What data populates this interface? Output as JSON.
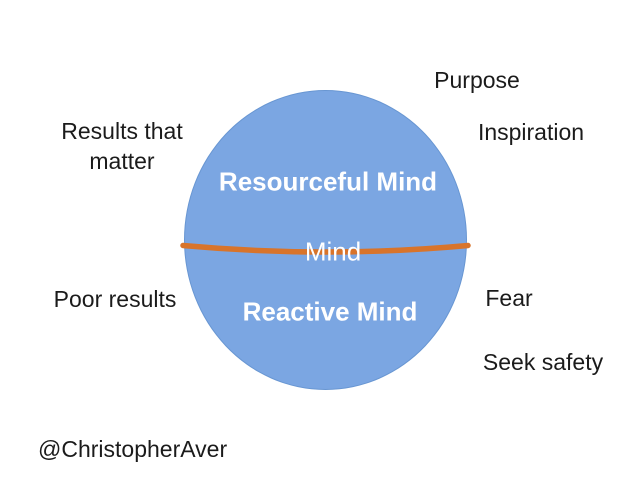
{
  "diagram": {
    "title_hidden": "",
    "circle": {
      "fill_color": "#7BA6E2",
      "border_color": "#6896D2",
      "divider_color": "#D8742B",
      "inner_text_color": "#ffffff",
      "labels": {
        "upper": "Resourceful Mind",
        "middle": "Mind",
        "lower": "Reactive Mind"
      }
    },
    "outer_labels": {
      "top_right": "Purpose",
      "right_upper": "Inspiration",
      "right_lower": "Fear",
      "bottom_right": "Seek safety",
      "left_upper": {
        "line1": "Results that",
        "line2": "matter"
      },
      "left_lower": "Poor results"
    },
    "credit": "@ChristopherAver",
    "text_color": "#1b1b1b"
  }
}
